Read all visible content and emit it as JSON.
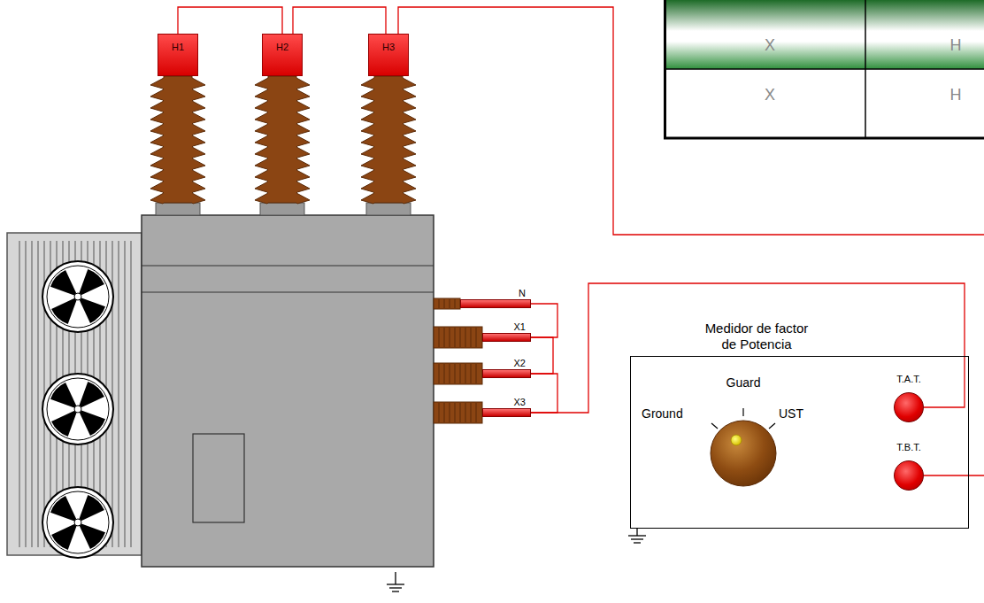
{
  "diagram": {
    "nodes": [
      {
        "text": [
          "H1"
        ]
      },
      {
        "text": [
          "H2"
        ]
      },
      {
        "text": [
          "H3"
        ]
      },
      {
        "text": [
          "N"
        ]
      },
      {
        "text": [
          "X1"
        ]
      },
      {
        "text": [
          "X2"
        ]
      },
      {
        "text": [
          "X3"
        ]
      },
      {
        "text": [
          "Medidor de factor de Potencia",
          "Ground",
          "Guard",
          "UST"
        ]
      },
      {
        "text": [
          "T.A.T."
        ],
        "in": 7
      },
      {
        "text": [
          "T.B.T."
        ],
        "in": 7
      }
    ],
    "edges": [
      {
        "from": 0,
        "to": 1,
        "arrow": "none"
      },
      {
        "from": 1,
        "to": 2,
        "arrow": "none"
      },
      {
        "from": 3,
        "to": 4,
        "arrow": "none"
      },
      {
        "from": 4,
        "to": 5,
        "arrow": "none"
      },
      {
        "from": 5,
        "to": 6,
        "arrow": "none"
      },
      {
        "from": 6,
        "to": 8,
        "arrow": "none"
      }
    ],
    "labels": [
      "X",
      "H",
      "X",
      "H"
    ]
  }
}
